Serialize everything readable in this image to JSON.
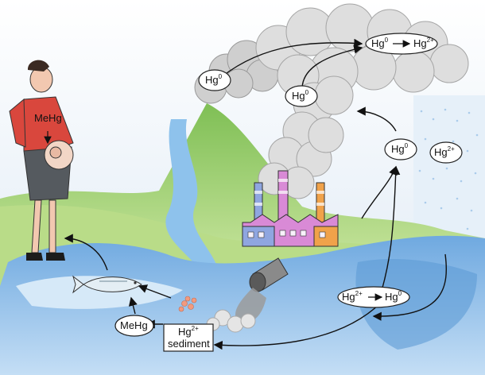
{
  "labels": {
    "mother_mehg": "MeHg",
    "cloud_reaction_left": "Hg",
    "cloud_reaction_left_sup": "0",
    "cloud_reaction_right": "Hg",
    "cloud_reaction_right_sup": "2+",
    "volcano_hg0": "Hg",
    "volcano_hg0_sup": "0",
    "smoke_hg0": "Hg",
    "smoke_hg0_sup": "0",
    "rising_hg0": "Hg",
    "rising_hg0_sup": "0",
    "rain_hg2": "Hg",
    "rain_hg2_sup": "2+",
    "water_reaction_left": "Hg",
    "water_reaction_left_sup": "2+",
    "water_reaction_right": "Hg",
    "water_reaction_right_sup": "0",
    "fish_mehg": "MeHg",
    "sediment_hg": "Hg",
    "sediment_hg_sup": "2+",
    "sediment_word": "sediment"
  },
  "colors": {
    "sky": "#dce8f4",
    "hill_green": "#9ccf6a",
    "hill_light": "#c7e39a",
    "water": "#7fb7e6",
    "water_light": "#bfdcf4",
    "smoke": "#d9d9d9",
    "shirt": "#d9473d",
    "skirt": "#555a5f",
    "factory_pink": "#d98ad6",
    "factory_blue": "#8fa6e0",
    "factory_orange": "#f0a24a"
  }
}
